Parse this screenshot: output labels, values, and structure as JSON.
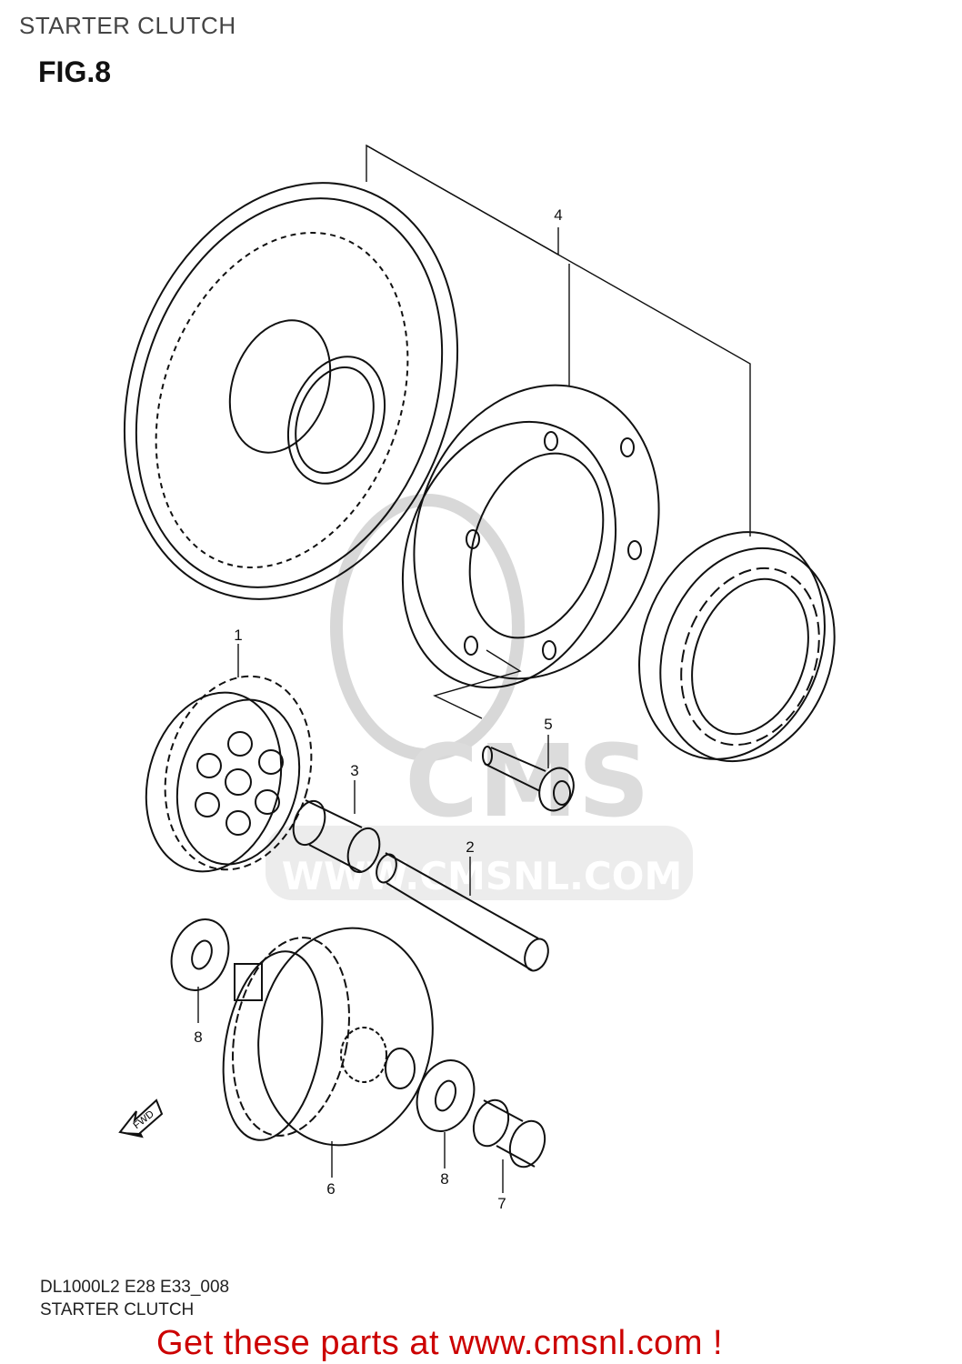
{
  "header": {
    "title": "STARTER CLUTCH",
    "figure": "FIG.8"
  },
  "diagram": {
    "part_labels": [
      "1",
      "2",
      "3",
      "4",
      "5",
      "6",
      "7",
      "8",
      "8"
    ],
    "direction_marker": "FWD",
    "watermark": {
      "logo": "CMS",
      "url": "WWW.CMSNL.COM"
    }
  },
  "footer": {
    "code": "DL1000L2 E28 E33_008",
    "caption": "STARTER CLUTCH",
    "promo": "Get these parts at www.cmsnl.com !",
    "promo_color": "#cc0000"
  }
}
